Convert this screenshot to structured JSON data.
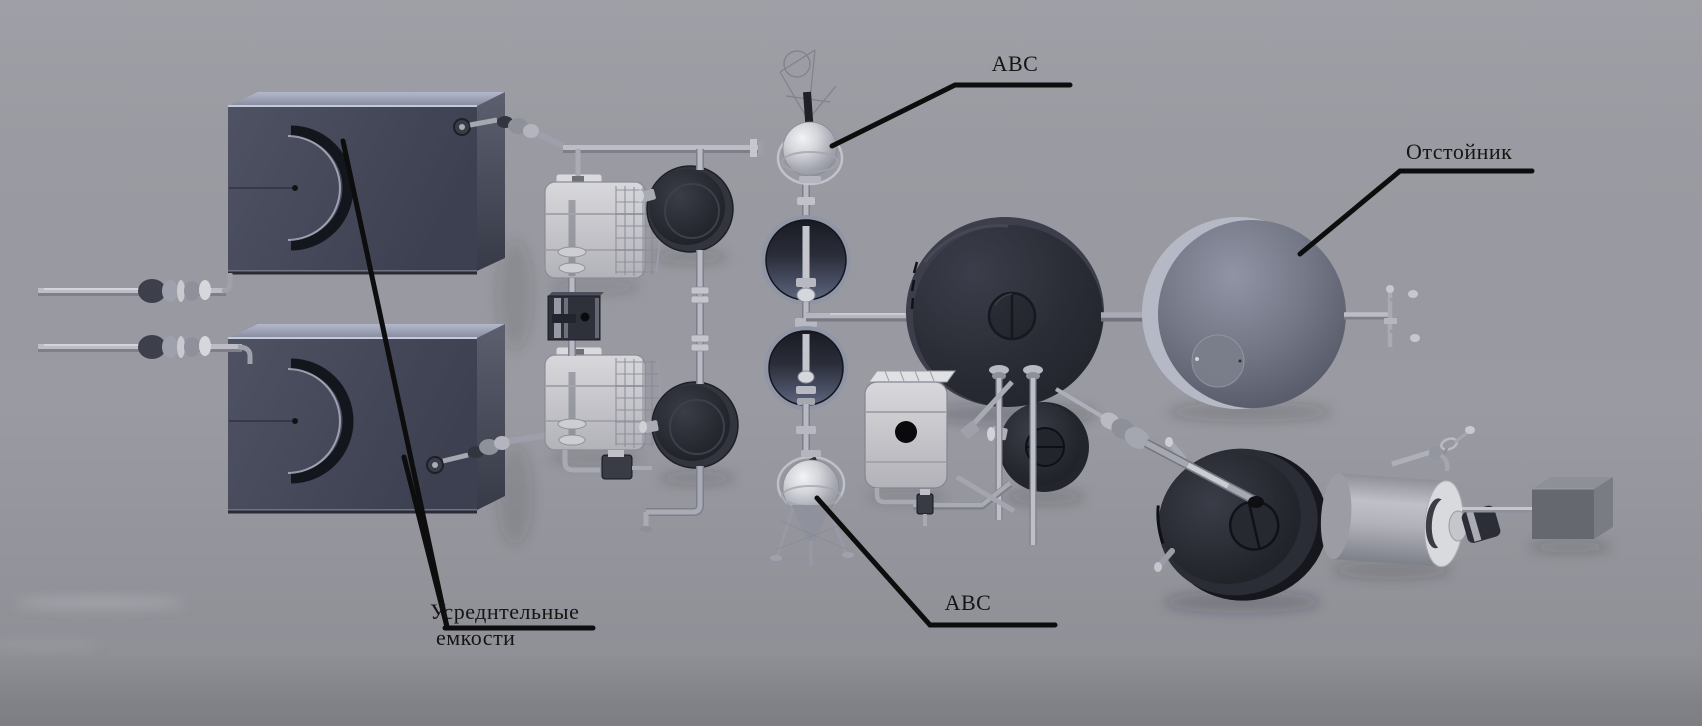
{
  "labels": {
    "abc_top": "АВС",
    "settler": "Отстойник",
    "abc_bottom": "АВС",
    "averaging_line1": "Усреднтельные",
    "averaging_line2": "емкости"
  },
  "colors": {
    "background": "#9a9aa2",
    "leader_line": "#0d0d0d",
    "label_text": "#151515",
    "tank_front": "#454858",
    "tank_top": "#a9aec1",
    "tote_body": "#c9c9cf",
    "dark_vessel": "#2a2c35",
    "sphere_rim": "#9096a6",
    "light_sphere": "#d9dade",
    "settler_face": "#6f7382",
    "pipe": "#b6b7c0",
    "pipe_shadow": "#7e808b",
    "cube": "#66686f"
  }
}
